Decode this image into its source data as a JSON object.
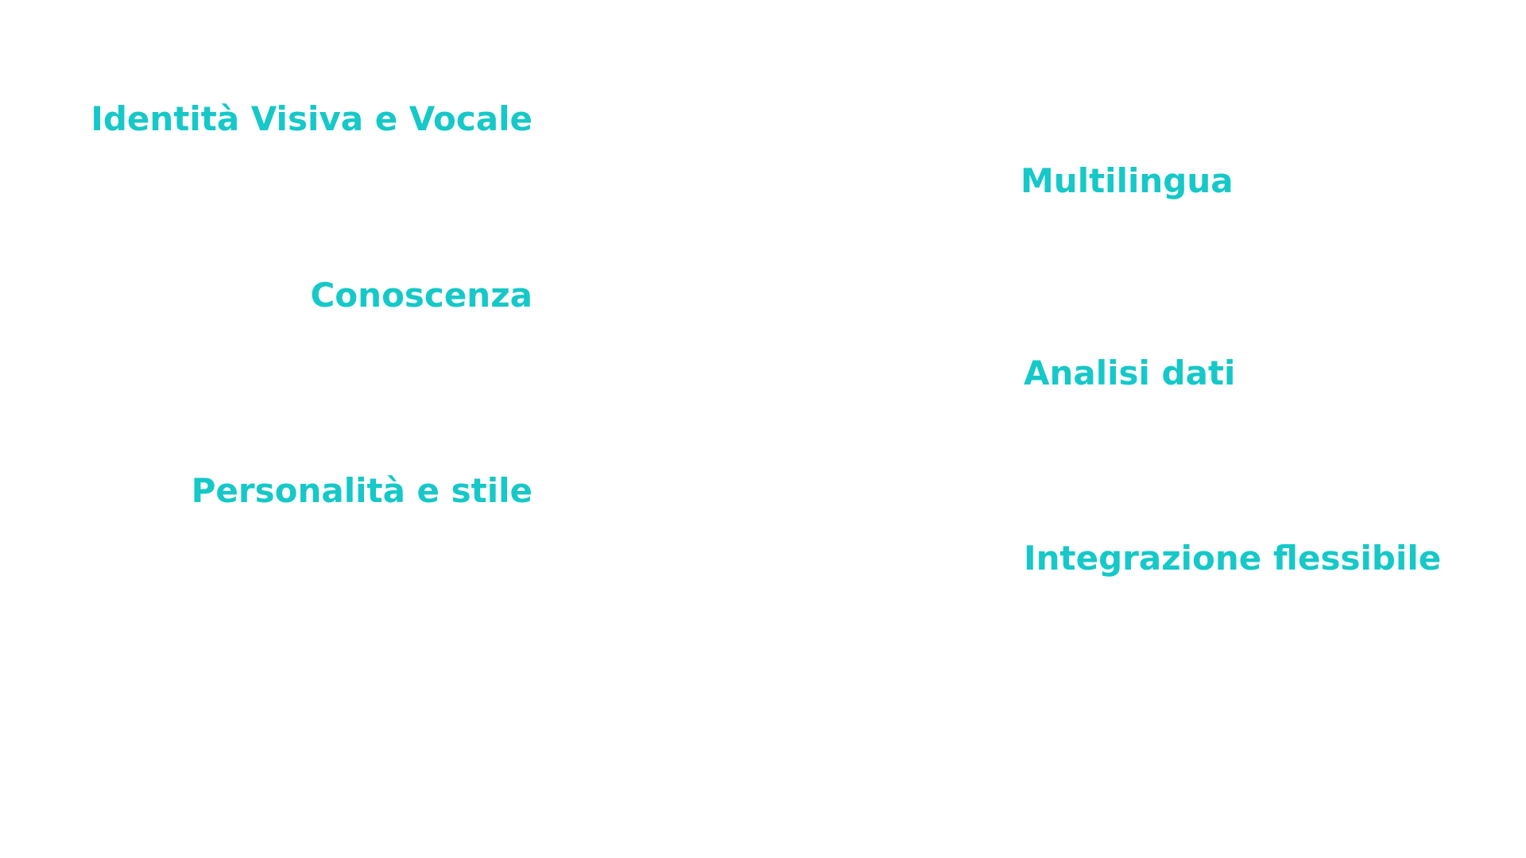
{
  "accent_color": "#16c8c8",
  "features_left": [
    {
      "label": "Identità Visiva e Vocale"
    },
    {
      "label": "Conoscenza"
    },
    {
      "label": "Personalità e stile"
    }
  ],
  "features_right": [
    {
      "label": "Multilingua"
    },
    {
      "label": "Analisi dati"
    },
    {
      "label": "Integrazione flessibile"
    }
  ]
}
